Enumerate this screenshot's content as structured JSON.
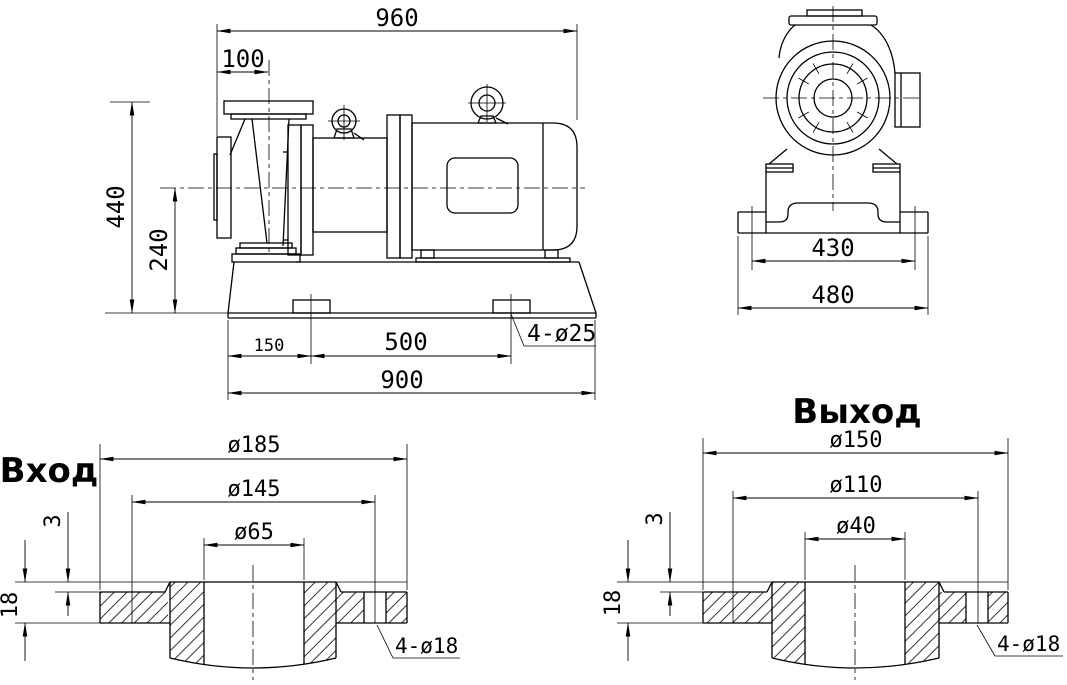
{
  "drawing_type": "pump installation and flange dimension drawing",
  "colors": {
    "line": "#000000",
    "background": "#ffffff"
  },
  "side_view": {
    "overall_length": "960",
    "flange_face_to_axis": "100",
    "total_height": "440",
    "axis_height": "240",
    "lug_offset": "150",
    "lug_spacing": "500",
    "base_length": "900",
    "base_holes_note": "4-ø25"
  },
  "front_view": {
    "bolt_span": "430",
    "base_width": "480"
  },
  "inlet_flange": {
    "label": "Вход",
    "outer_diameter": "ø185",
    "bolt_circle_diameter": "ø145",
    "bore_diameter": "ø65",
    "raised_face_height": "3",
    "thickness": "18",
    "holes_note": "4-ø18"
  },
  "outlet_flange": {
    "label": "Выход",
    "outer_diameter": "ø150",
    "bolt_circle_diameter": "ø110",
    "bore_diameter": "ø40",
    "raised_face_height": "3",
    "thickness": "18",
    "holes_note": "4-ø18"
  }
}
